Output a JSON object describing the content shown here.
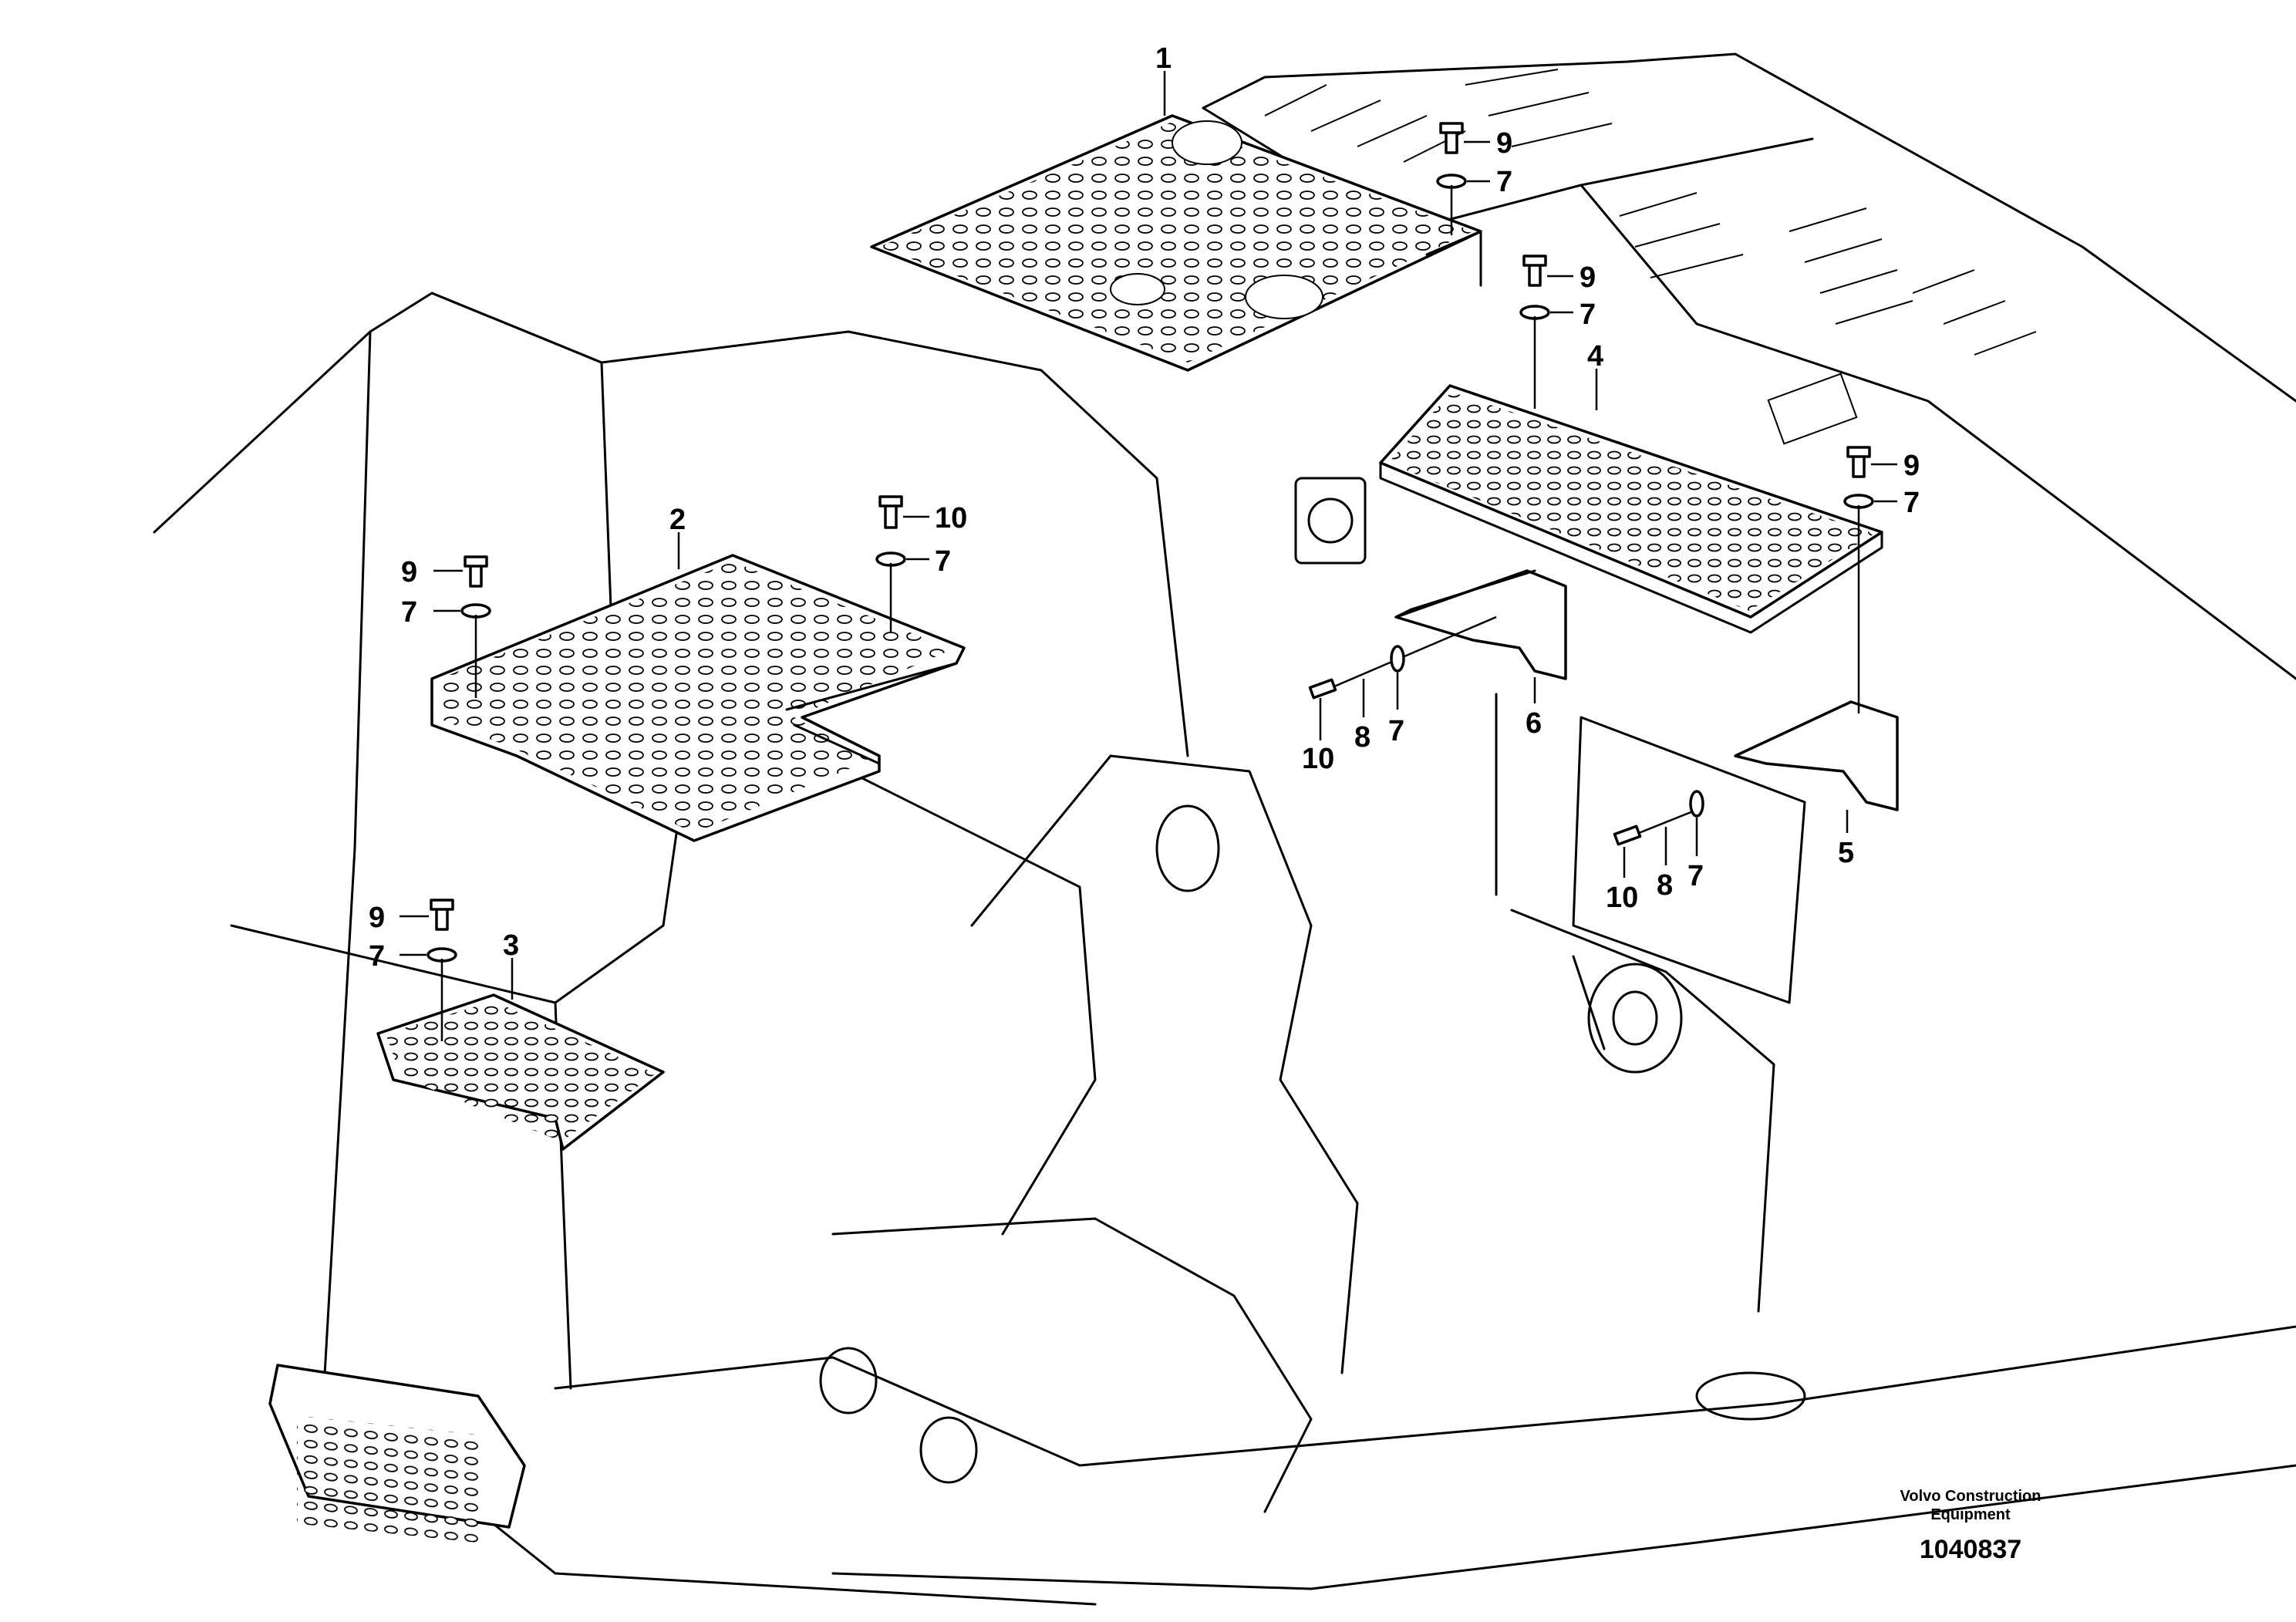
{
  "brand": {
    "line1": "Volvo Construction",
    "line2": "Equipment"
  },
  "document_number": "1040837",
  "callouts": {
    "c1": "1",
    "c2": "2",
    "c3": "3",
    "c4": "4",
    "c5": "5",
    "c6": "6",
    "c7": "7",
    "c8": "8",
    "c9": "9",
    "c10": "10"
  }
}
